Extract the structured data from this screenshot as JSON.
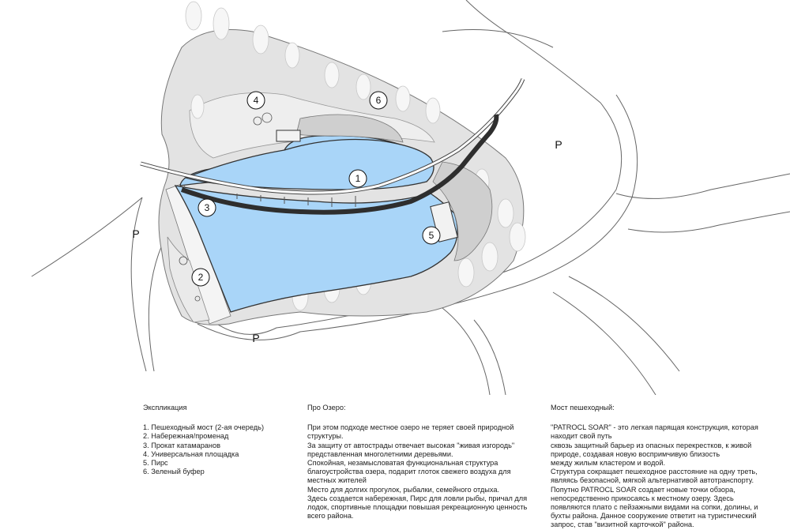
{
  "map": {
    "markers": [
      {
        "id": "1",
        "label": "1"
      },
      {
        "id": "2",
        "label": "2"
      },
      {
        "id": "3",
        "label": "3"
      },
      {
        "id": "4",
        "label": "4"
      },
      {
        "id": "5",
        "label": "5"
      },
      {
        "id": "6",
        "label": "6"
      }
    ],
    "parking": [
      "P",
      "P",
      "P"
    ],
    "colors": {
      "water": "#a9d5f8",
      "ground": "#e3e3e3",
      "ground_light": "#eeeeee",
      "bridge": "#2e2e2e",
      "outline": "#555555"
    }
  },
  "legend": {
    "title": "Экспликация",
    "items": [
      "1. Пешеходный мост (2-ая очередь)",
      "2. Набережная/променад",
      "3. Прокат катамаранов",
      "4. Универсальная площадка",
      "5. Пирс",
      "6. Зеленый буфер"
    ]
  },
  "lake": {
    "title": "Про Озеро:",
    "lines": [
      "При этом подходе местное озеро не теряет своей природной",
      "структуры.",
      "За защиту от автострады отвечает высокая \"живая изгородь\"",
      "представленная многолетними деревьями.",
      "Спокойная, незамысловатая функциональная структура",
      "благоустройства озера, подарит глоток свежего воздуха для",
      "местных жителей",
      "Место для долгих прогулок, рыбалки, семейного отдыха.",
      "Здесь создается набережная, Пирс для ловли рыбы, причал для",
      "лодок, спортивные площадки повышая рекреационную ценность",
      "всего района."
    ]
  },
  "bridge": {
    "title": "Мост пешеходный:",
    "lines": [
      "\"PATROCL SOAR\" - это легкая парящая конструкция, которая",
      "находит свой путь",
      "сквозь защитный барьер из опасных перекрестков, к живой",
      "природе, создавая новую воспримчивую близость",
      "между жилым кластером и водой.",
      "Структура сокращает пешеходное расстояние на одну треть,",
      "являясь безопасной, мягкой альтернативой автотранспорту.",
      "Попутно PATROCL SOAR создает новые точки обзора,",
      "непосредственно прикосаясь к местному озеру. Здесь",
      "появляются плато с пейзажными видами на сопки, долины, и",
      "бухты района. Данное сооружение ответит на туристический",
      "запрос,  став \"визитной карточкой\" района."
    ]
  }
}
